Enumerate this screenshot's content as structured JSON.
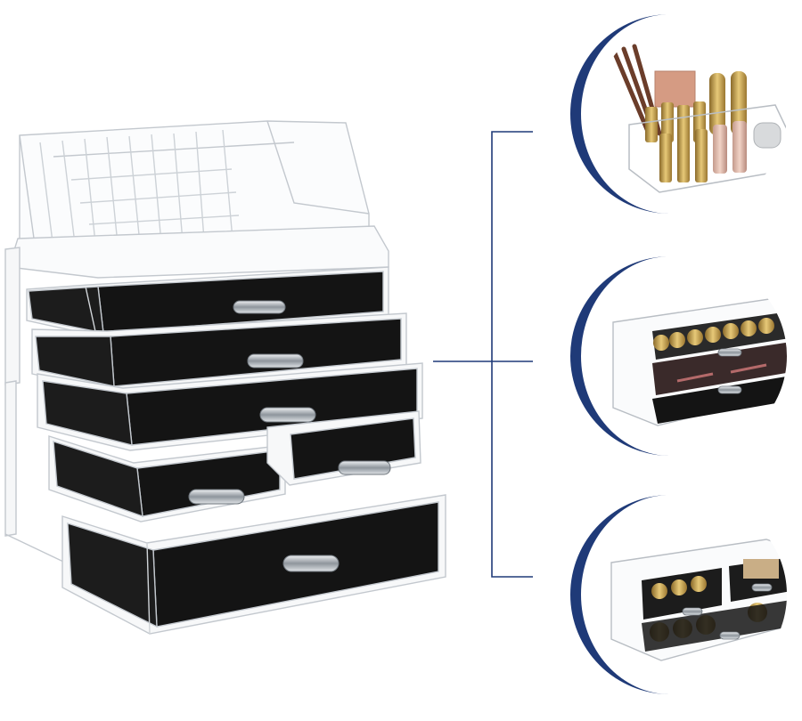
{
  "image": {
    "subject": "clear-acrylic-makeup-organizer-with-drawers",
    "accent_color": "#1f3a78",
    "drawer_lining_color": "#141414",
    "acrylic_edge_color": "#c7ccd2",
    "handle_color": "#9aa1a8"
  },
  "panels": [
    {
      "name": "lipstick-and-brush-tray-detail"
    },
    {
      "name": "three-drawer-module-detail"
    },
    {
      "name": "cube-drawer-module-detail"
    }
  ]
}
